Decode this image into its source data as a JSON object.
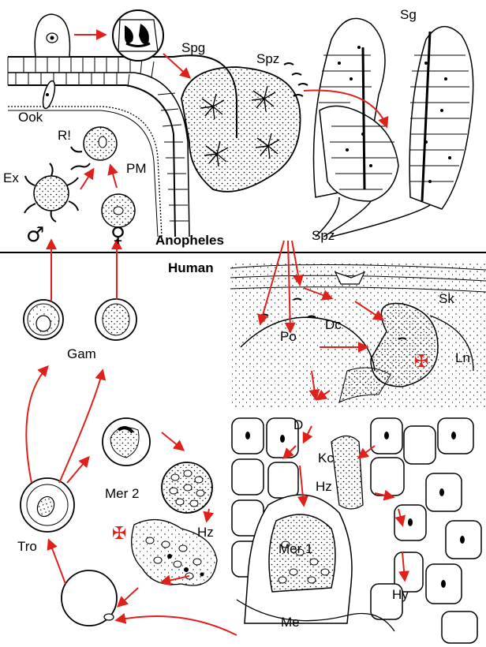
{
  "regions": {
    "mosquito": "Anopheles",
    "human": "Human"
  },
  "labels": {
    "ookinete": "Ook",
    "resistance": "R!",
    "exflagellation": "Ex",
    "peritrophic_matrix": "PM",
    "sporogony": "Spg",
    "sporozoite_top": "Spz",
    "salivary_gland": "Sg",
    "sporozoite_bottom": "Spz",
    "male_symbol": "♂",
    "female_symbol": "♀",
    "gametocyte": "Gam",
    "merogony_2": "Mer 2",
    "trophozoite": "Tro",
    "hemozoin_blood": "Hz",
    "dendritic_cell": "Dc",
    "skin": "Sk",
    "lymph_node": "Ln",
    "po": "Po",
    "death_symbol": "✠",
    "death_symbol_blood": "✠",
    "d": "D",
    "kupffer_cell": "Kc",
    "hemozoin_liver": "Hz",
    "merogony_1": "Mer 1",
    "hepatocyte": "Hy",
    "merosome": "Me"
  },
  "colors": {
    "arrow": "#e0201b",
    "ink": "#000000",
    "background": "#ffffff"
  }
}
